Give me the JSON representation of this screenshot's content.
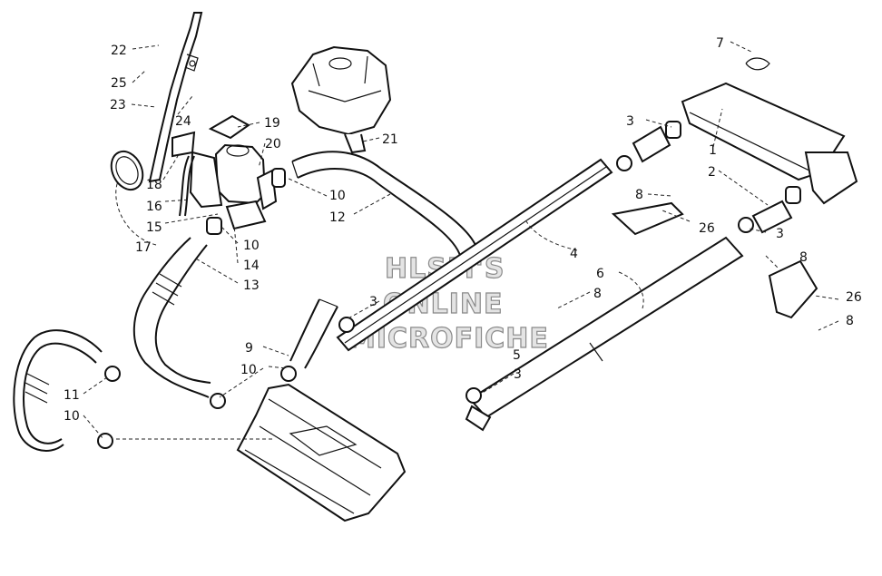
{
  "watermark": {
    "line1": "HLSM'S",
    "line2": "ONLINE",
    "line3": "MICROFICHE"
  },
  "callouts": {
    "c22": "22",
    "c25": "25",
    "c23": "23",
    "c24": "24",
    "c19": "19",
    "c20": "20",
    "c21": "21",
    "c18": "18",
    "c16": "16",
    "c15": "15",
    "c17": "17",
    "c10a": "10",
    "c12": "12",
    "c10b": "10",
    "c14": "14",
    "c13": "13",
    "c11": "11",
    "c10c": "10",
    "c9": "9",
    "c10d": "10",
    "c3a": "3",
    "c3b": "3",
    "c3c": "3",
    "c3d": "3",
    "c7": "7",
    "c1": "1",
    "c2": "2",
    "c8a": "8",
    "c26a": "26",
    "c4": "4",
    "c8b": "8",
    "c6": "6",
    "c8c": "8",
    "c26b": "26",
    "c8d": "8",
    "c5": "5"
  }
}
